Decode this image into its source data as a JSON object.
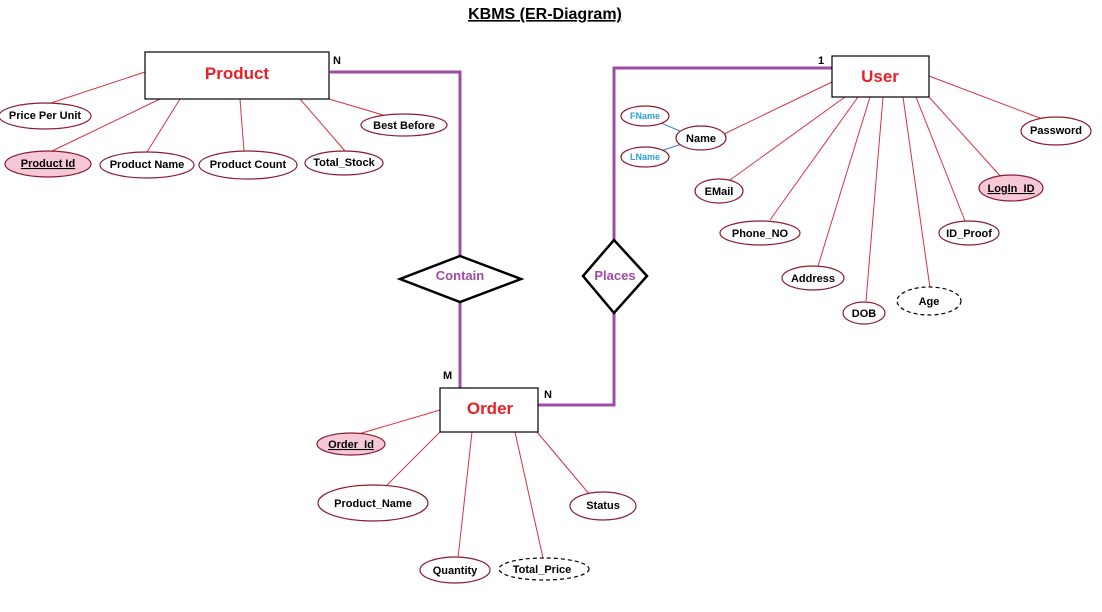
{
  "title": "KBMS (ER-Diagram)",
  "entities": {
    "product": "Product",
    "user": "User",
    "order": "Order"
  },
  "relationships": {
    "contain": "Contain",
    "places": "Places"
  },
  "cardinality": {
    "product_contain": "N",
    "user_places": "1",
    "order_contain": "M",
    "order_places": "N"
  },
  "product_attributes": {
    "price_per_unit": "Price Per Unit",
    "product_id": "Product Id",
    "product_name": "Product Name",
    "product_count": "Product Count",
    "total_stock": "Total_Stock",
    "best_before": "Best Before"
  },
  "user_attributes": {
    "name": "Name",
    "fname": "FName",
    "lname": "LName",
    "email": "EMail",
    "phone_no": "Phone_NO",
    "address": "Address",
    "dob": "DOB",
    "age": "Age",
    "id_proof": "ID_Proof",
    "login_id": "LogIn_ID",
    "password": "Password"
  },
  "order_attributes": {
    "order_id": "Order_Id",
    "product_name": "Product_Name",
    "quantity": "Quantity",
    "total_price": "Total_Price",
    "status": "Status"
  }
}
